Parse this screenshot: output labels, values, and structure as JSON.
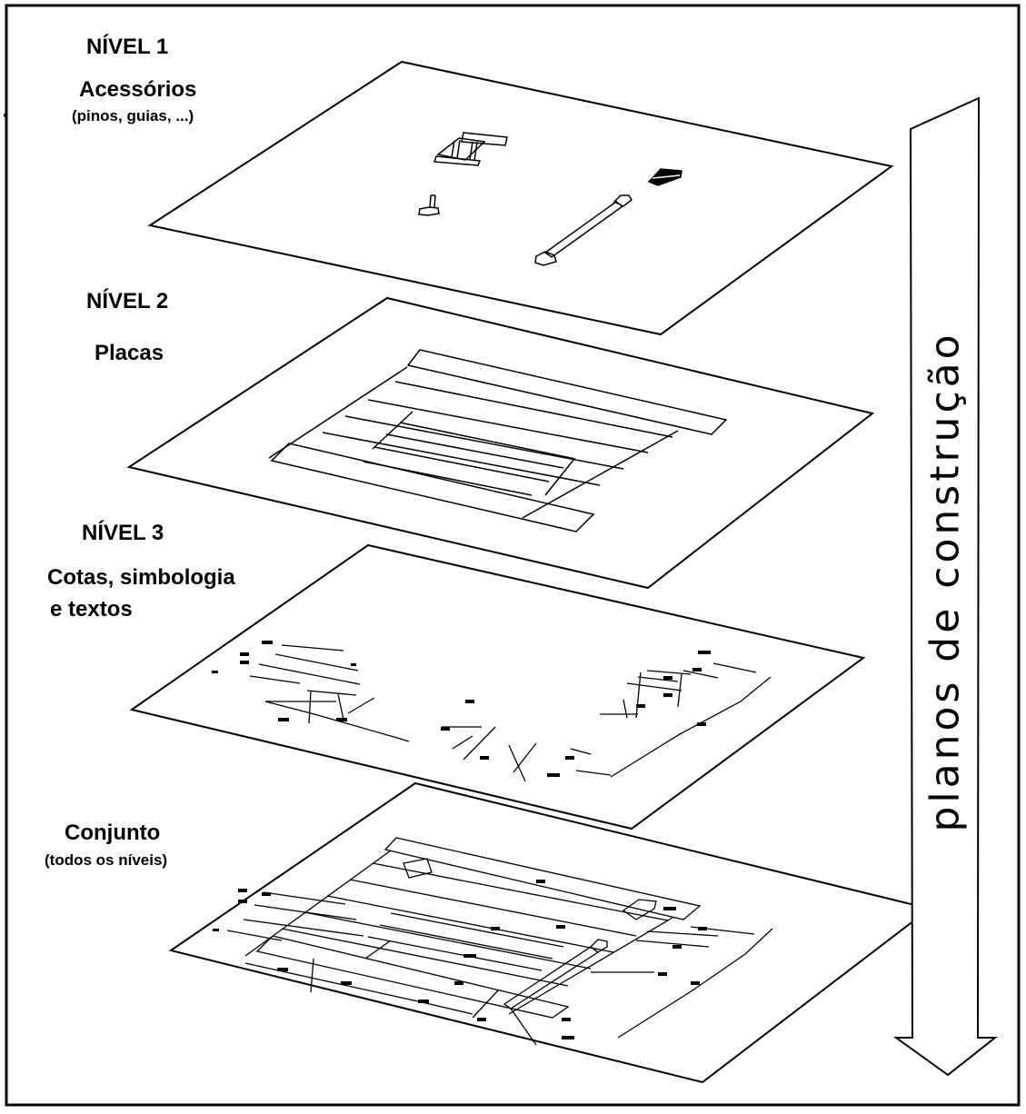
{
  "levels": [
    {
      "title": "NÍVEL 1",
      "subtitle": "Acessórios",
      "note": "(pinos, guias, ...)"
    },
    {
      "title": "NÍVEL 2",
      "subtitle": "Placas"
    },
    {
      "title": "NÍVEL 3",
      "subtitle_line1": "Cotas, simbologia",
      "subtitle_line2": "e textos"
    },
    {
      "subtitle": "Conjunto",
      "note": "(todos os níveis)"
    }
  ],
  "arrow_label": "planos de construção",
  "colors": {
    "ink": "#000000",
    "paper": "#ffffff"
  }
}
